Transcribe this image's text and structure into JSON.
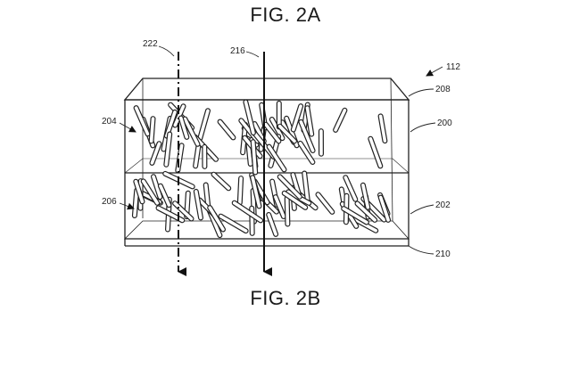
{
  "figure": {
    "title_top": "FIG. 2A",
    "title_bottom": "FIG. 2B"
  },
  "labels": {
    "beam_left": "222",
    "beam_center": "216",
    "device": "112",
    "top_plate": "208",
    "upper_layer": "200",
    "left_upper": "204",
    "left_lower": "206",
    "lower_layer": "202",
    "bottom_plate": "210"
  }
}
